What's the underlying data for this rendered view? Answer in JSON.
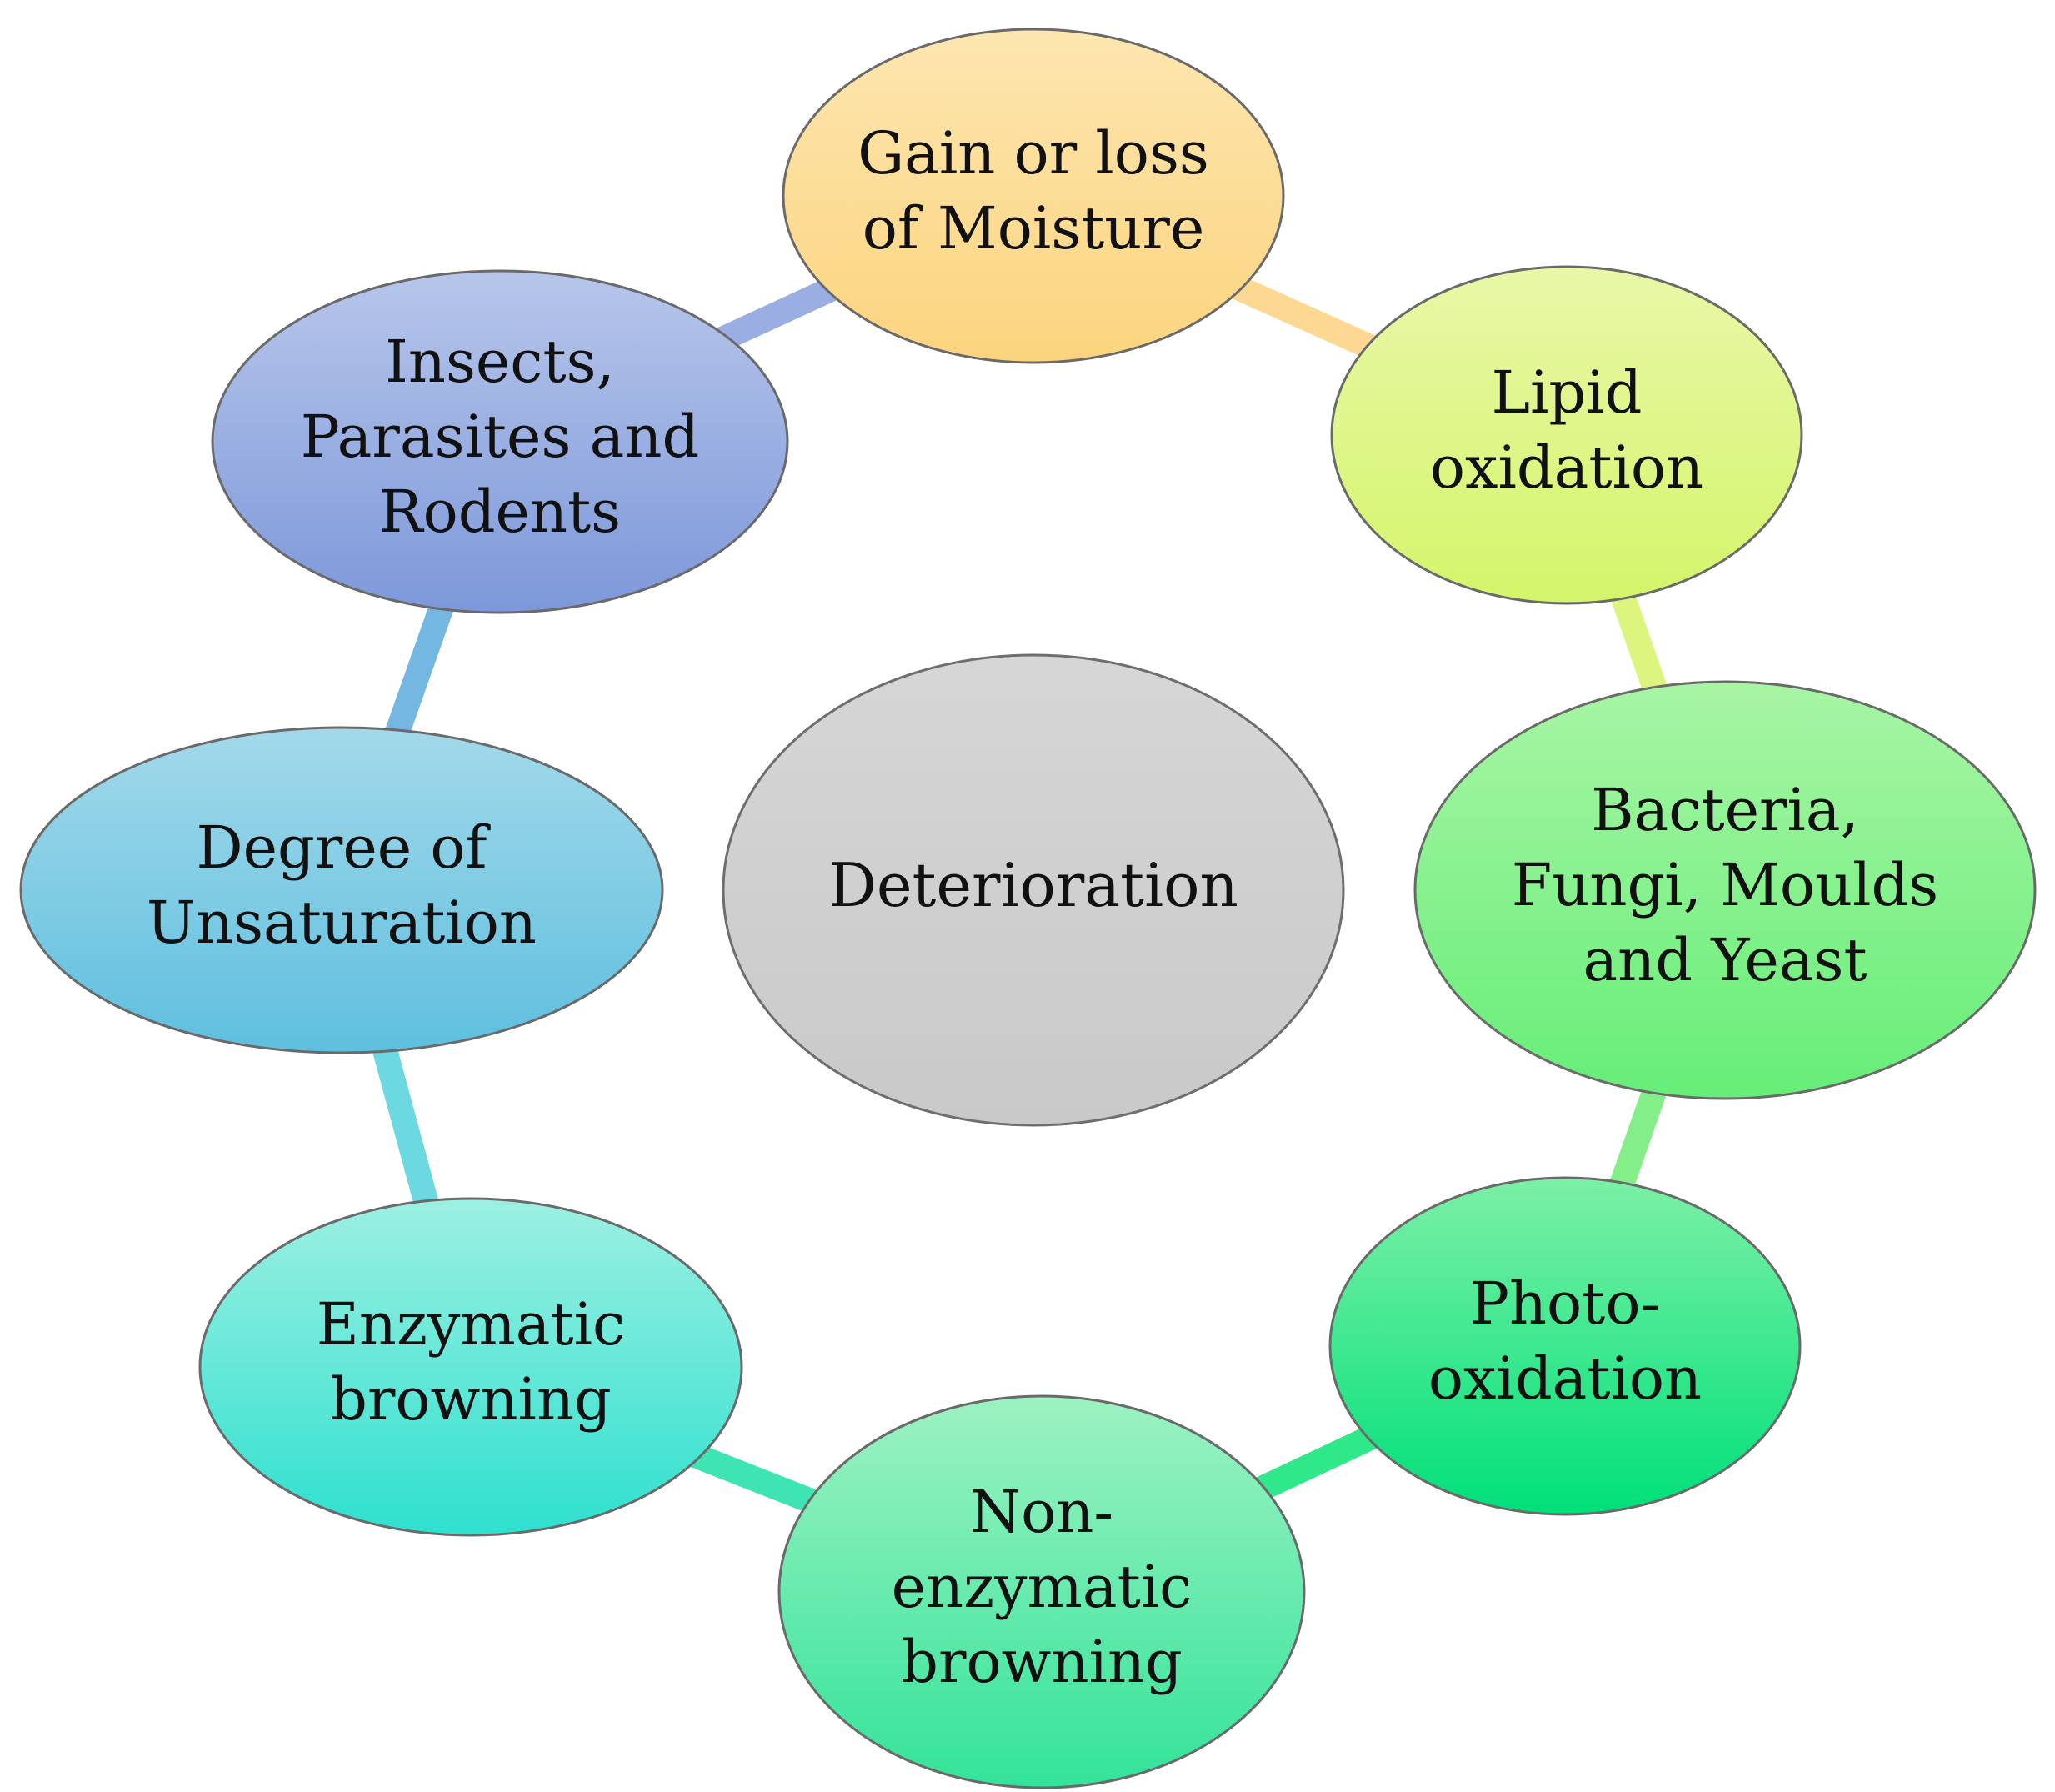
{
  "center": {
    "label": "Deterioration",
    "color": "#c9c9c9"
  },
  "nodes": [
    {
      "id": "moisture",
      "lines": [
        "Gain or loss",
        "of Moisture"
      ],
      "color_top": "#fde6b0",
      "color_bottom": "#fcd47e"
    },
    {
      "id": "lipid",
      "lines": [
        "Lipid",
        "oxidation"
      ],
      "color_top": "#e9f7a8",
      "color_bottom": "#d4f56a"
    },
    {
      "id": "microbes",
      "lines": [
        "Bacteria,",
        "Fungi, Moulds",
        "and Yeast"
      ],
      "color_top": "#a8f5a4",
      "color_bottom": "#66ee78"
    },
    {
      "id": "photo",
      "lines": [
        "Photo-",
        "oxidation"
      ],
      "color_top": "#7cf0a6",
      "color_bottom": "#00e07a"
    },
    {
      "id": "nonenzymatic",
      "lines": [
        "Non-",
        "enzymatic",
        "browning"
      ],
      "color_top": "#9df2c2",
      "color_bottom": "#33e39a"
    },
    {
      "id": "enzymatic",
      "lines": [
        "Enzymatic",
        "browning"
      ],
      "color_top": "#9df0e2",
      "color_bottom": "#2ee0cf"
    },
    {
      "id": "unsat",
      "lines": [
        "Degree of",
        "Unsaturation"
      ],
      "color_top": "#a3d9ea",
      "color_bottom": "#5ebfdf"
    },
    {
      "id": "insects",
      "lines": [
        "Insects,",
        "Parasites and",
        "Rodents"
      ],
      "color_top": "#b7c6ea",
      "color_bottom": "#7d98da"
    }
  ],
  "ring_colors": [
    "#fdd892",
    "#dcf57f",
    "#84ef88",
    "#2ee889",
    "#3fe4b4",
    "#6cd8df",
    "#74b8e2",
    "#9aaee3"
  ]
}
